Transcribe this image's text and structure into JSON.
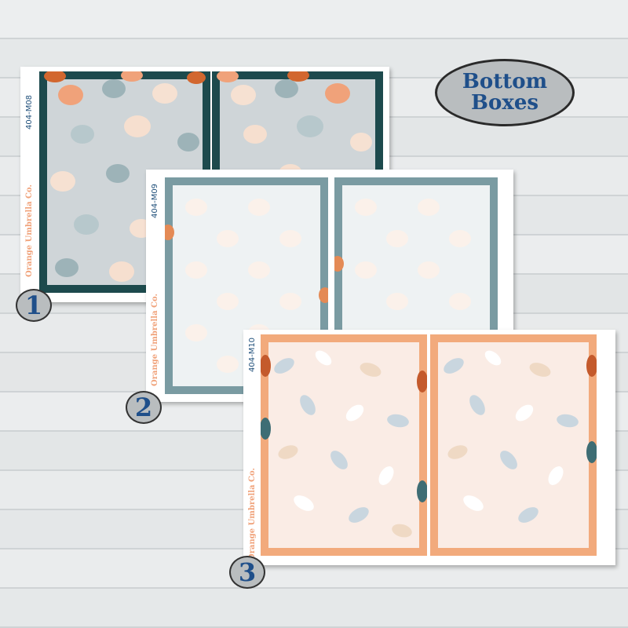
{
  "title": {
    "line1": "Bottom",
    "line2": "Boxes"
  },
  "sheets": [
    {
      "code": "404-M08",
      "brand": "Orange Umbrella Co.",
      "badge": "1"
    },
    {
      "code": "404-M09",
      "brand": "Orange Umbrella Co.",
      "badge": "2"
    },
    {
      "code": "404-M10",
      "brand": "Orange Umbrella Co.",
      "badge": "3"
    }
  ],
  "colors": {
    "title_text": "#1f4f8a",
    "code_text": "#1f4f7a",
    "brand_text": "#f0a27a",
    "sheet1_frame": "#1d4a4d",
    "sheet1_fill": "#cfd5d8",
    "sheet2_frame": "#7a9ba2",
    "sheet2_fill": "#eef2f3",
    "sheet3_frame": "#f2aa7c",
    "sheet3_fill": "#faece5"
  }
}
